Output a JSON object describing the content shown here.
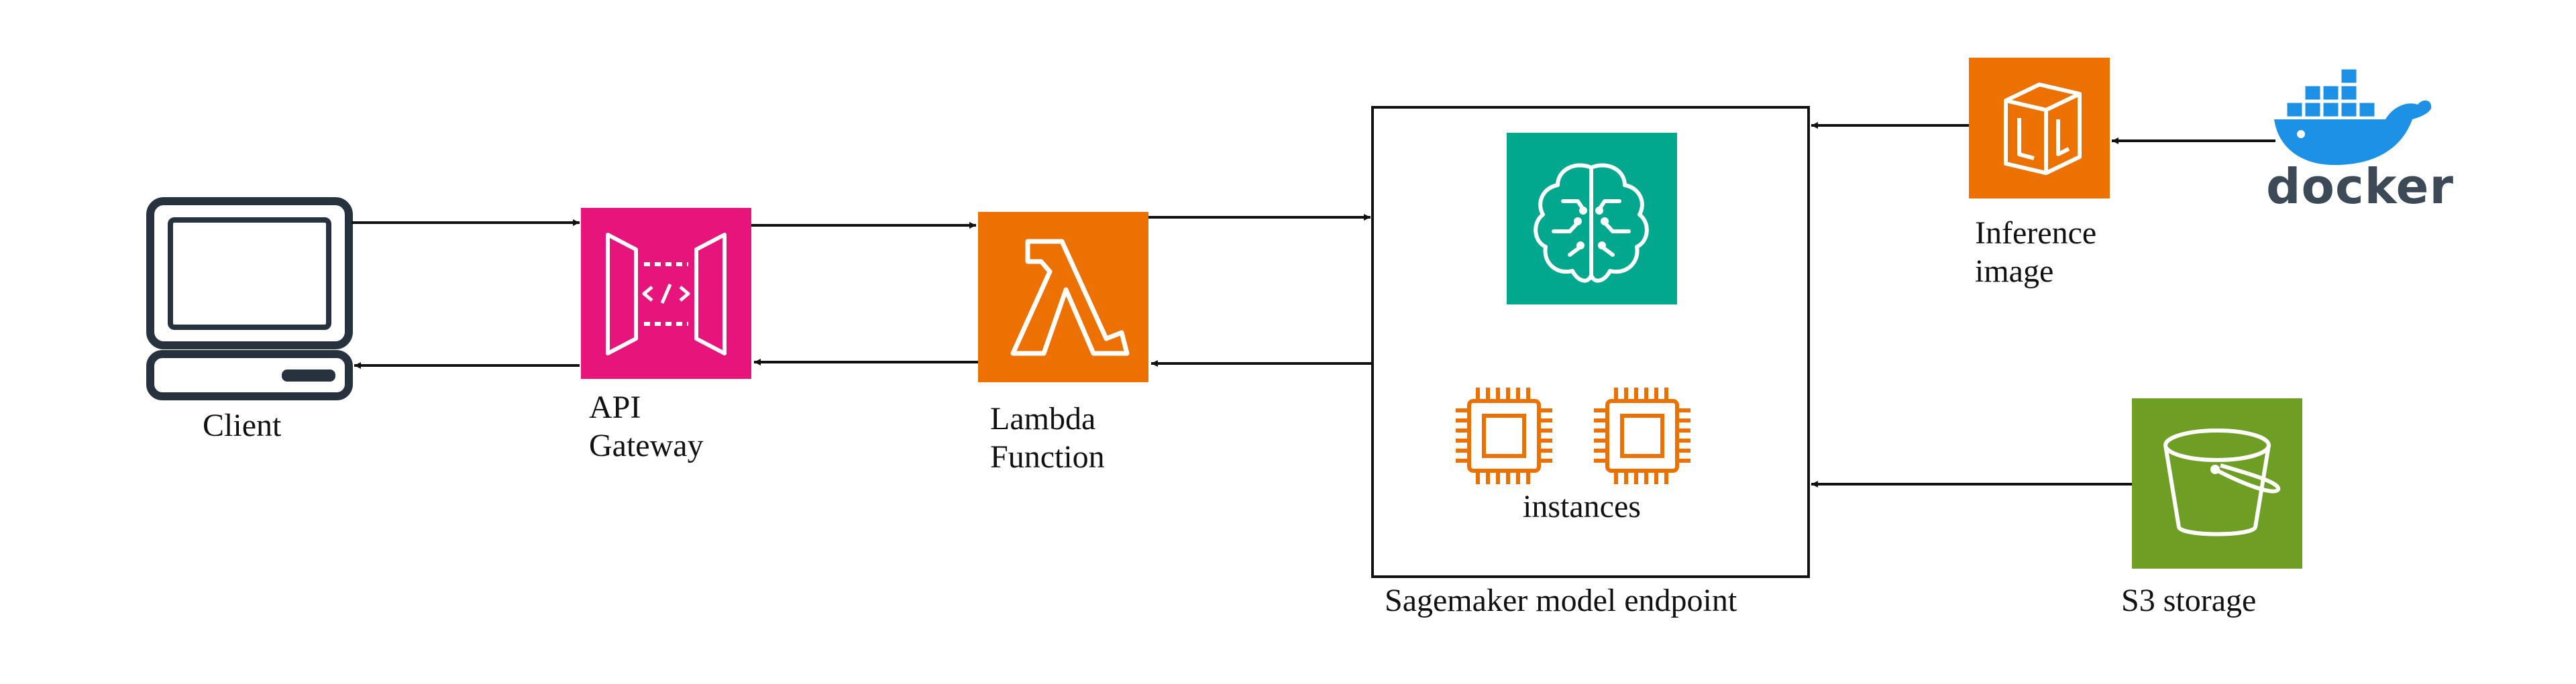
{
  "nodes": {
    "client": {
      "label": "Client"
    },
    "api_gateway": {
      "label_line1": "API",
      "label_line2": "Gateway",
      "color": "#E7157B"
    },
    "lambda": {
      "label_line1": "Lambda",
      "label_line2": "Function",
      "color": "#ED7100"
    },
    "sagemaker": {
      "label": "Sagemaker model endpoint",
      "icon_color": "#01A88D",
      "instances_label": "instances",
      "chip_color": "#ED7100"
    },
    "inference_image": {
      "label_line1": "Inference",
      "label_line2": "image",
      "color": "#ED7100"
    },
    "docker": {
      "wordmark": "docker",
      "color": "#1D91E6"
    },
    "s3": {
      "label": "S3 storage",
      "color": "#6E9E24"
    }
  }
}
